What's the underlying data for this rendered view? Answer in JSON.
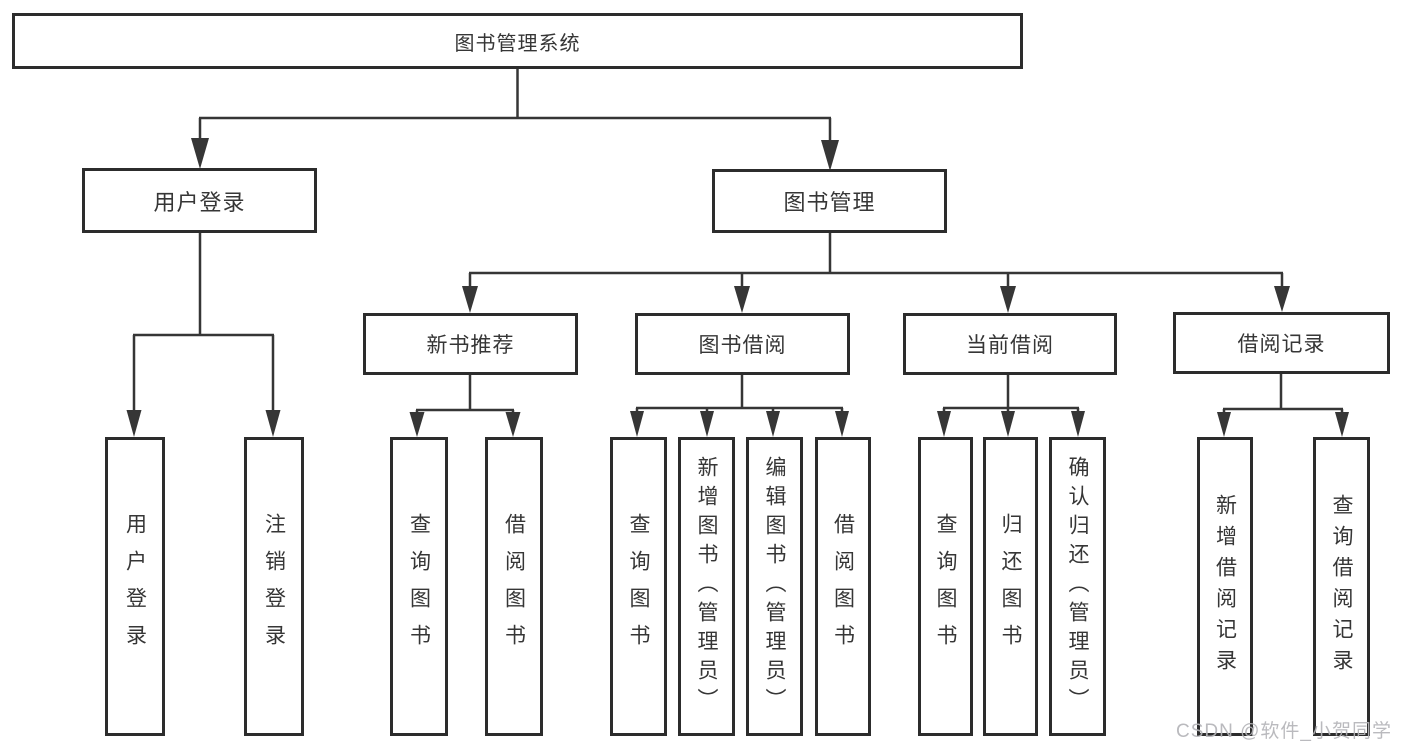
{
  "tree": {
    "root": "图书管理系统",
    "branches": [
      {
        "label": "用户登录",
        "children": [
          "用户登录",
          "注销登录"
        ]
      },
      {
        "label": "图书管理",
        "children": [
          {
            "label": "新书推荐",
            "children": [
              "查询图书",
              "借阅图书"
            ]
          },
          {
            "label": "图书借阅",
            "children": [
              "查询图书",
              "新增图书（管理员）",
              "编辑图书（管理员）",
              "借阅图书"
            ]
          },
          {
            "label": "当前借阅",
            "children": [
              "查询图书",
              "归还图书",
              "确认归还（管理员）"
            ]
          },
          {
            "label": "借阅记录",
            "children": [
              "新增借阅记录",
              "查询借阅记录"
            ]
          }
        ]
      }
    ]
  },
  "watermark": {
    "text": "CSDN @软件_小贺同学"
  },
  "colors": {
    "line": "#363636",
    "box_border": "#2c2c2c",
    "box_fill": "#ffffff",
    "text": "#363636",
    "watermark": "#b5b5b9",
    "background": "#ffffff"
  }
}
